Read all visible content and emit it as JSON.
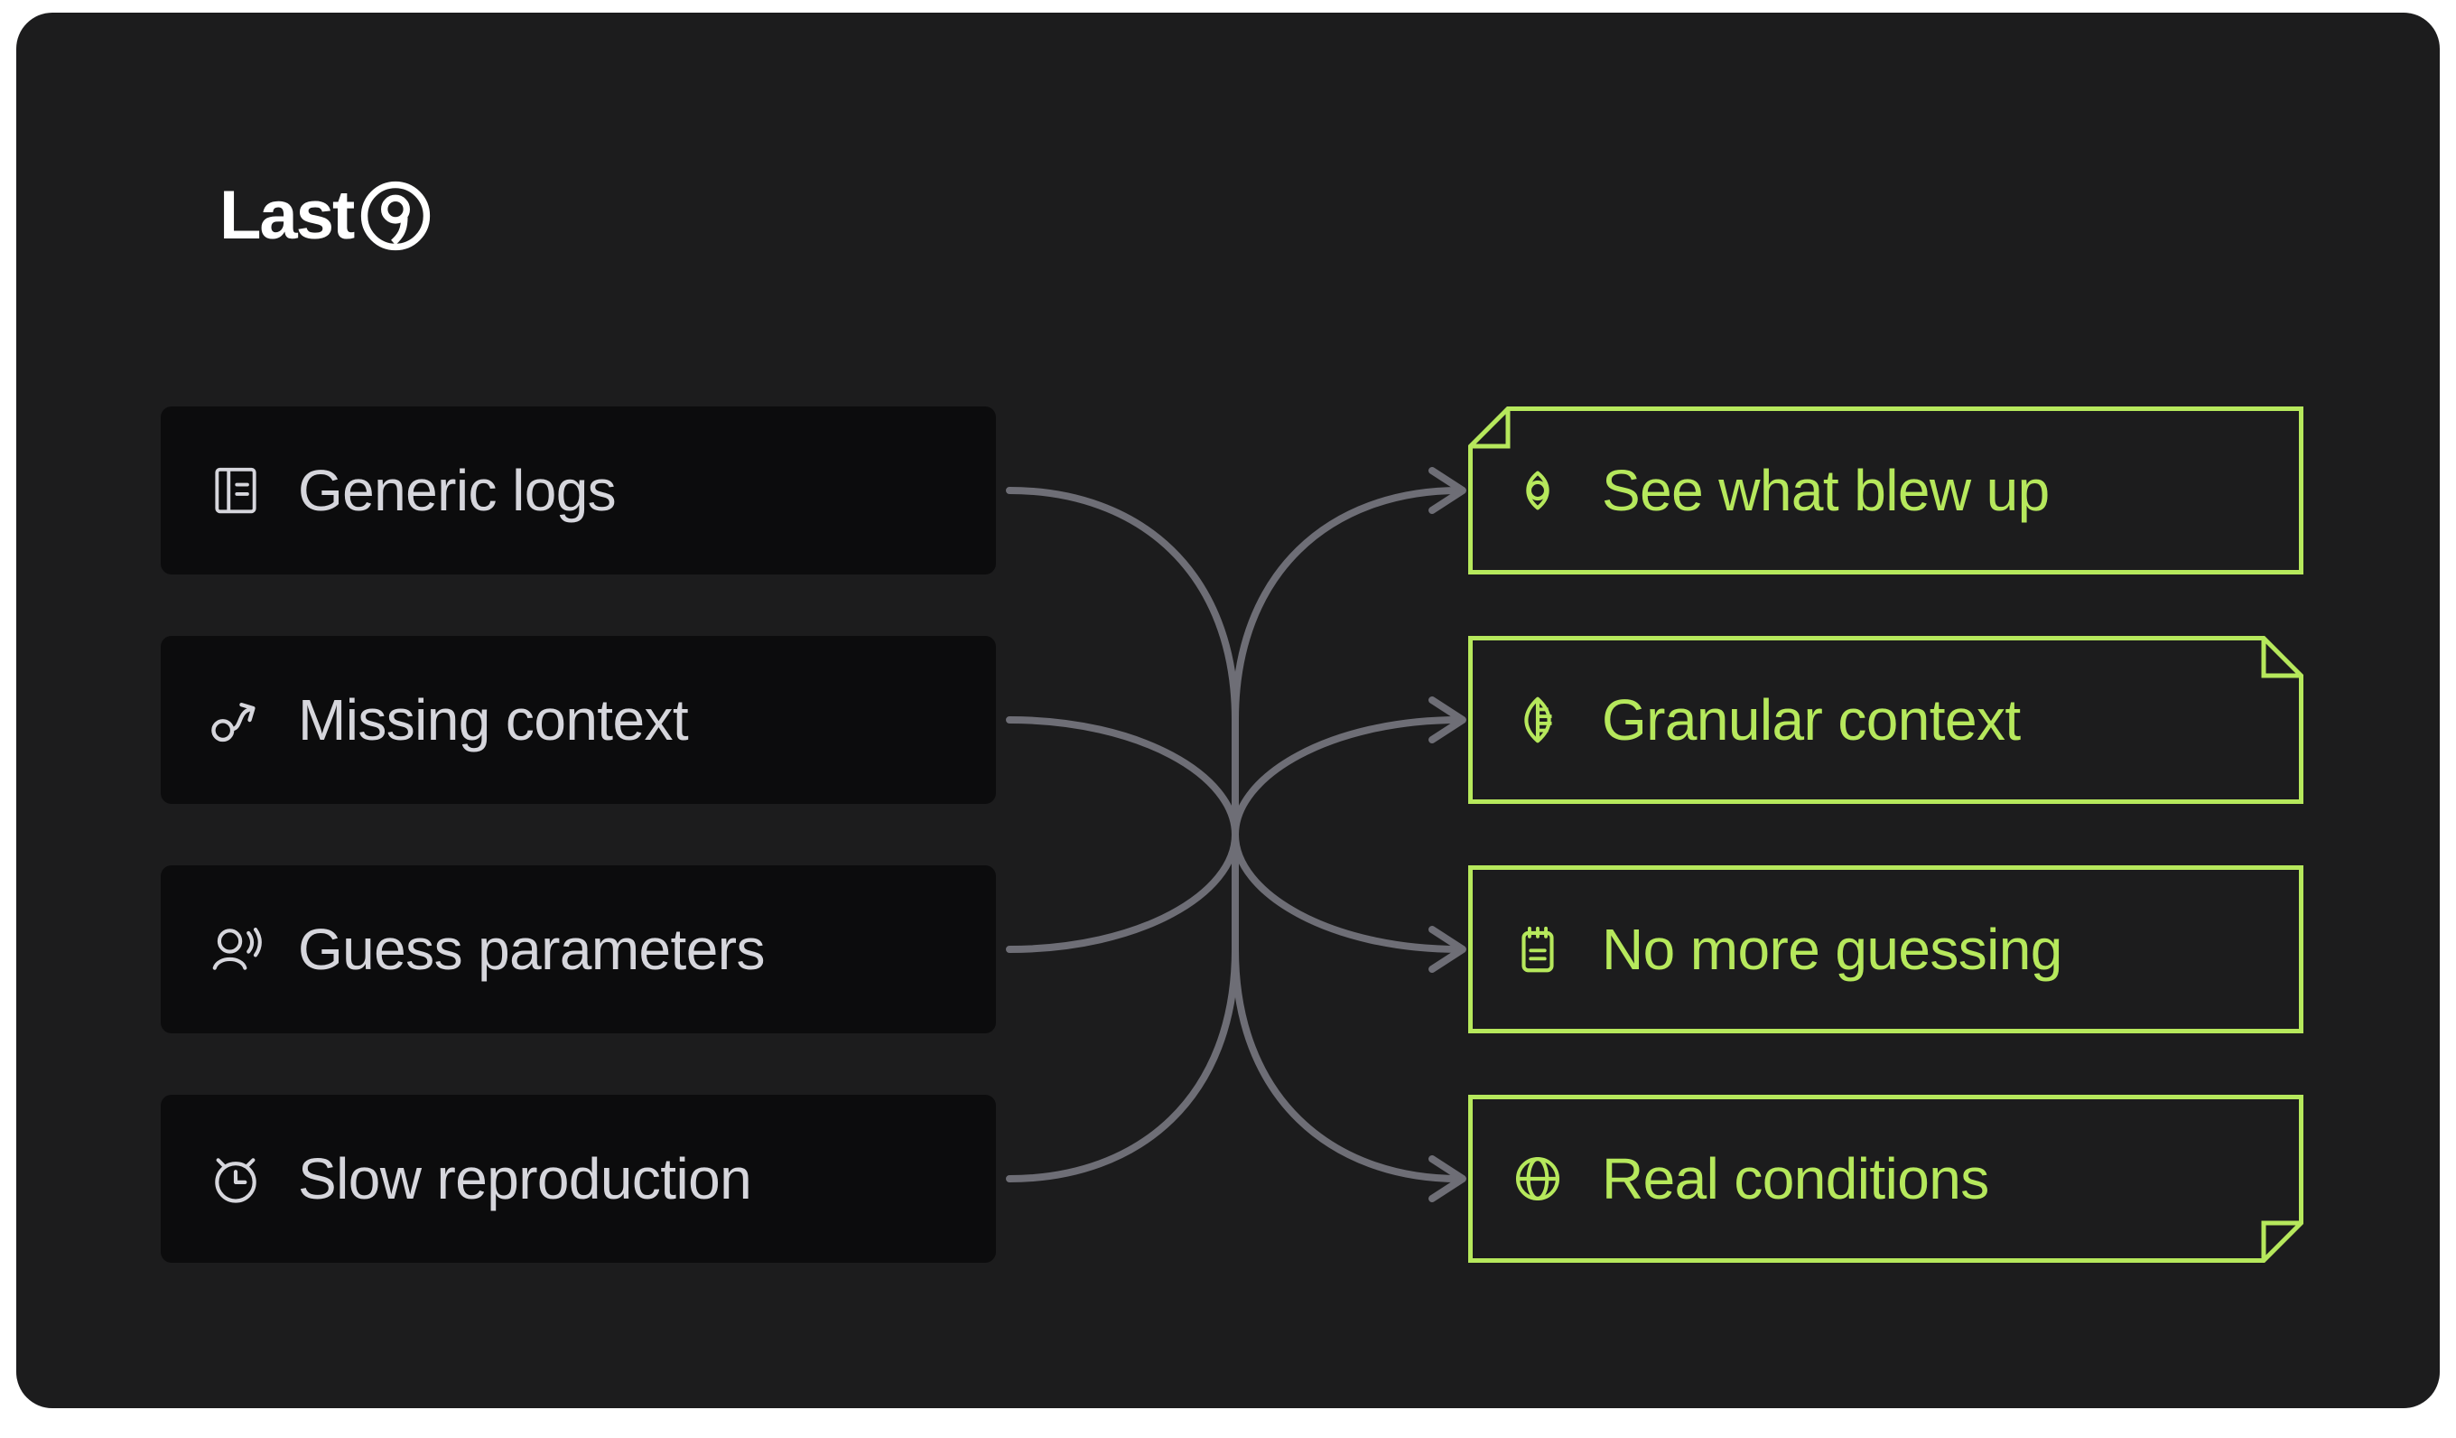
{
  "brand": {
    "name": "Last",
    "mark_icon": "nine-circle-logo-icon",
    "full_name": "Last9"
  },
  "colors": {
    "page_background": "#ffffff",
    "panel_background": "#1c1c1d",
    "problem_card_background": "#0c0c0d",
    "problem_text": "#d6d6dc",
    "accent_green": "#b6e85c",
    "connector_gray": "#6e6e76"
  },
  "problems": {
    "heading": "",
    "items": [
      {
        "id": "generic-logs",
        "label": "Generic logs",
        "icon": "notebook-lines-icon"
      },
      {
        "id": "missing-context",
        "label": "Missing context",
        "icon": "squiggle-arrow-icon"
      },
      {
        "id": "guess-parameters",
        "label": "Guess parameters",
        "icon": "person-speaking-icon"
      },
      {
        "id": "slow-reproduction",
        "label": "Slow reproduction",
        "icon": "alarm-clock-icon"
      }
    ]
  },
  "outcomes": {
    "heading": "",
    "items": [
      {
        "id": "see-what-blew-up",
        "label": "See what blew up",
        "icon": "eye-icon",
        "notch": "top-left"
      },
      {
        "id": "granular-context",
        "label": "Granular context",
        "icon": "striped-leaf-icon",
        "notch": "top-right"
      },
      {
        "id": "no-more-guessing",
        "label": "No more guessing",
        "icon": "notepad-icon",
        "notch": "none"
      },
      {
        "id": "real-conditions",
        "label": "Real conditions",
        "icon": "globe-icon",
        "notch": "bottom-right"
      }
    ]
  },
  "connectors": {
    "description": "Four gray arrows flow from each problem card, converge on a central spine, and fan out to each outcome card.",
    "count": 4,
    "arrow_head": "chevron-arrow-icon"
  }
}
